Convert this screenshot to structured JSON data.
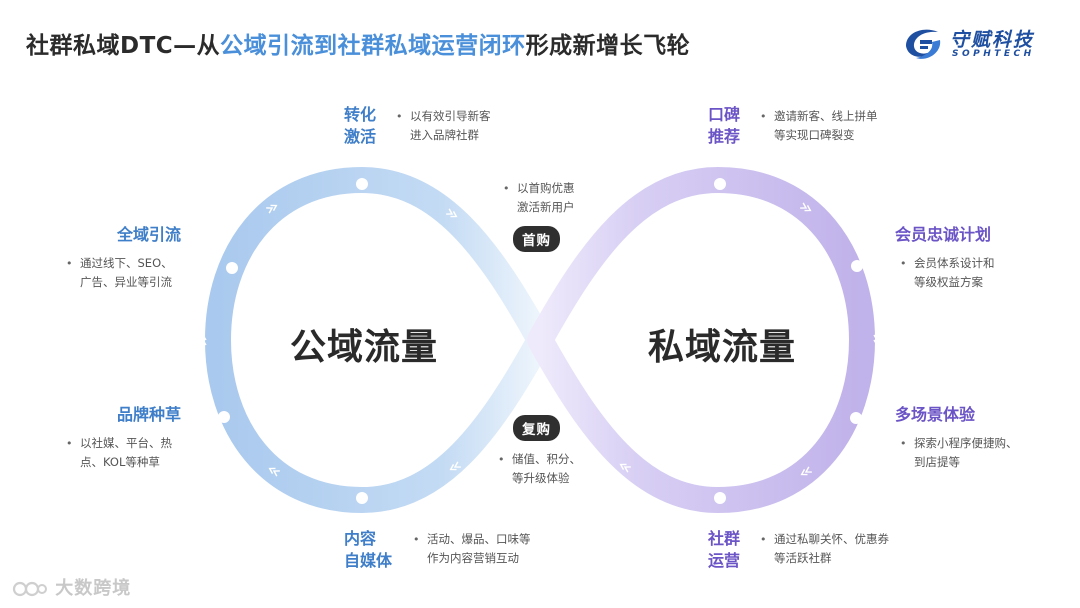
{
  "title": {
    "part1": "社群私域DTC—从",
    "part2": "公域引流到社群私域运营闭环",
    "part3": "形成新增长飞轮"
  },
  "logo": {
    "cn": "守赋科技",
    "en": "SOPHTECH"
  },
  "center": {
    "left": "公域流量",
    "right": "私域流量"
  },
  "pills": {
    "top": "首购",
    "bottom": "复购"
  },
  "middle_notes": {
    "top": [
      "以首购优惠",
      "激活新用户"
    ],
    "bottom": [
      "储值、积分、",
      "等升级体验"
    ]
  },
  "left_items": [
    {
      "title": [
        "转化",
        "激活"
      ],
      "desc": [
        "以有效引导新客",
        "进入品牌社群"
      ]
    },
    {
      "title": [
        "全域引流"
      ],
      "desc": [
        "通过线下、SEO、",
        "广告、异业等引流"
      ]
    },
    {
      "title": [
        "品牌种草"
      ],
      "desc": [
        "以社媒、平台、热",
        "点、KOL等种草"
      ]
    },
    {
      "title": [
        "内容",
        "自媒体"
      ],
      "desc": [
        "活动、爆品、口味等",
        "作为内容营销互动"
      ]
    }
  ],
  "right_items": [
    {
      "title": [
        "口碑",
        "推荐"
      ],
      "desc": [
        "邀请新客、线上拼单",
        "等实现口碑裂变"
      ]
    },
    {
      "title": [
        "会员忠诚计划"
      ],
      "desc": [
        "会员体系设计和",
        "等级权益方案"
      ]
    },
    {
      "title": [
        "多场景体验"
      ],
      "desc": [
        "探索小程序便捷购、",
        "到店提等"
      ]
    },
    {
      "title": [
        "社群",
        "运营"
      ],
      "desc": [
        "通过私聊关怀、优惠券",
        "等活跃社群"
      ]
    }
  ],
  "bullet": "•",
  "watermark": "大数跨境",
  "colors": {
    "blue": "#4a8fd9",
    "purple": "#6b54c6",
    "ring_blue": "#a9c9ee",
    "ring_purple": "#c4b7ec"
  }
}
